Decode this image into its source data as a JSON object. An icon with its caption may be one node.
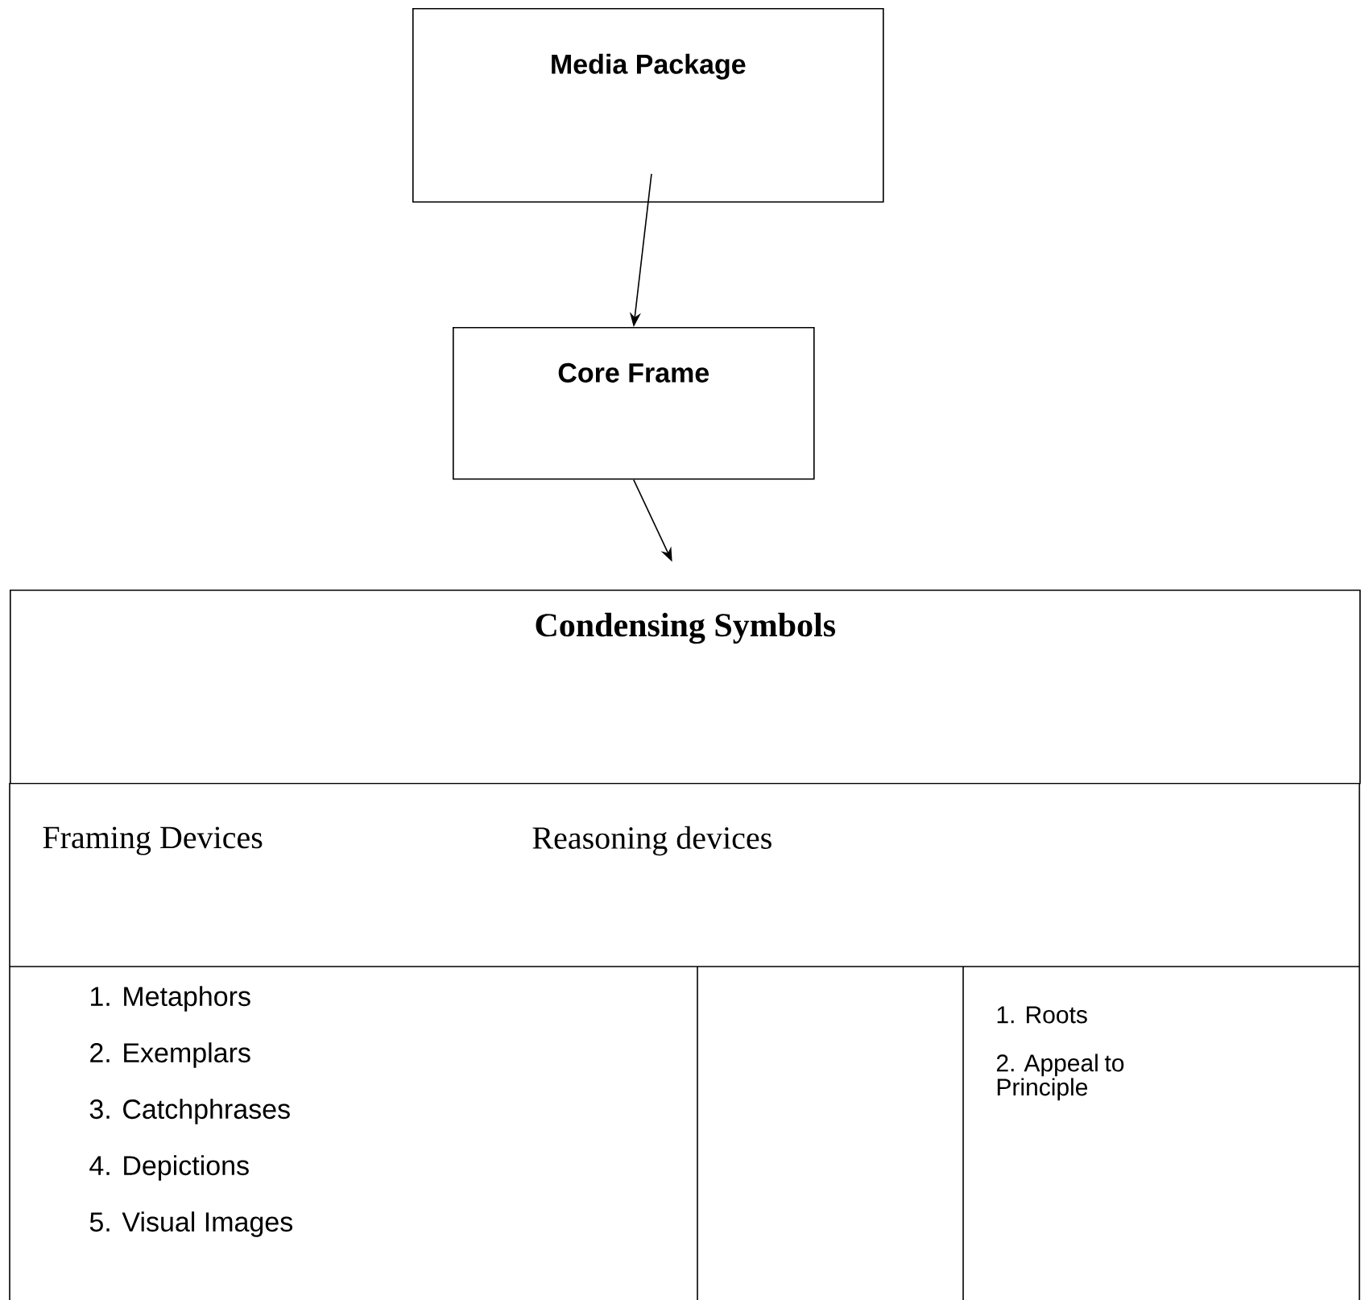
{
  "diagram": {
    "nodes": [
      {
        "text": [
          "Media Package"
        ]
      },
      {
        "text": [
          "Core Frame"
        ]
      },
      {
        "text": [
          "Condensing Symbols"
        ]
      }
    ],
    "edges": [
      {
        "from": 0,
        "to": 1,
        "arrow": "to"
      },
      {
        "from": 1,
        "to": 2,
        "arrow": "to"
      }
    ],
    "labels": [
      "Framing Devices",
      "Reasoning devices",
      "1. Metaphors",
      "2. Exemplars",
      "3. Catchphrases",
      "4. Depictions",
      "5. Visual Images",
      "1. Roots",
      "2. Appeal to Principle"
    ]
  }
}
